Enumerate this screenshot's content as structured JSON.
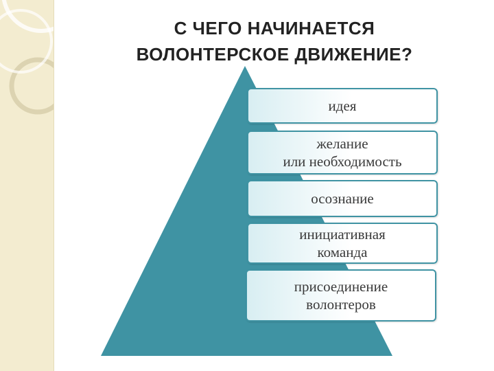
{
  "title": {
    "line1": "С ЧЕГО НАЧИНАЕТСЯ",
    "line2": "ВОЛОНТЕРСКОЕ ДВИЖЕНИЕ?"
  },
  "levels": [
    {
      "lines": [
        "идея"
      ]
    },
    {
      "lines": [
        "желание",
        "или необходимость"
      ]
    },
    {
      "lines": [
        "осознание"
      ]
    },
    {
      "lines": [
        "инициативная",
        "команда"
      ]
    },
    {
      "lines": [
        "присоединение",
        "волонтеров"
      ]
    }
  ],
  "colors": {
    "pyramid": "#3f93a3",
    "sidebar": "#f3ecd0",
    "box_border": "#3f93a3"
  }
}
